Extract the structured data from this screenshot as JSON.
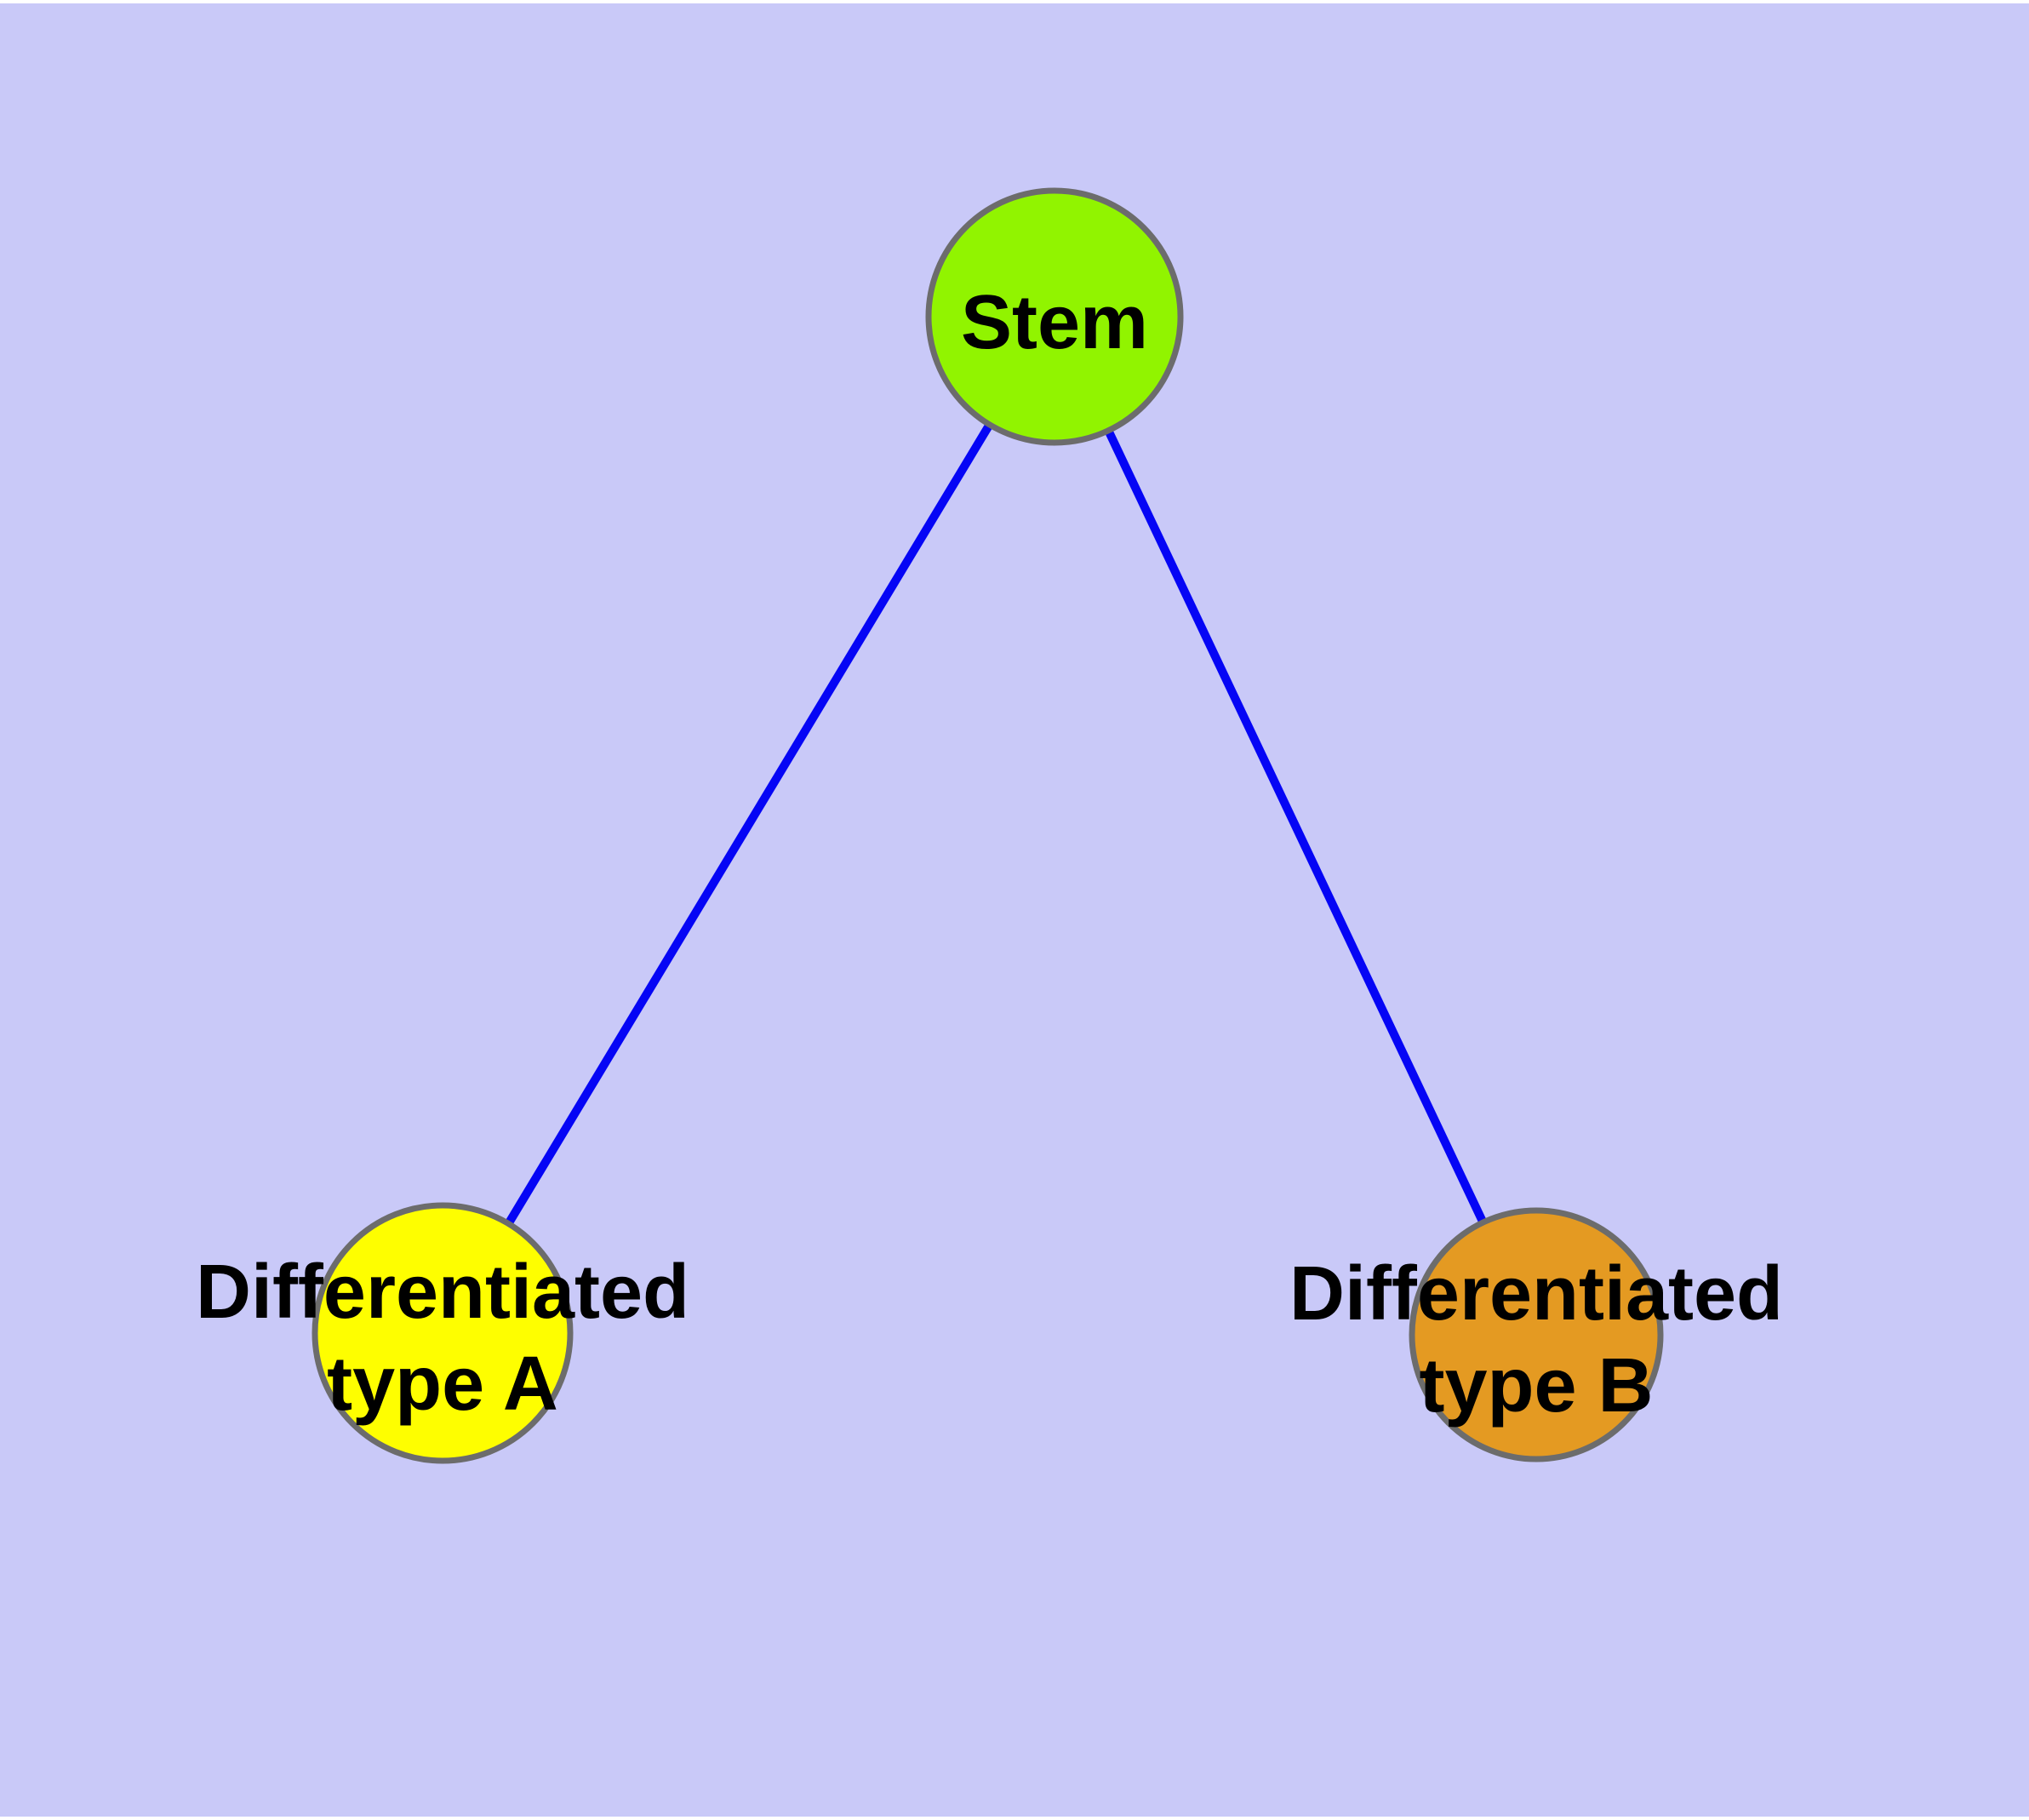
{
  "canvas": {
    "background": "#c9c9f8",
    "margin_color": "#ffffff",
    "text_color": "#000000"
  },
  "nodes": {
    "stem": {
      "label": "Stem",
      "fill": "#91f400",
      "border": "#6c6c6c"
    },
    "type_a": {
      "label": "Differentiated type A",
      "line1": "Differentiated",
      "line2": "type A",
      "fill": "#fefe00",
      "border": "#6c6c6c"
    },
    "type_b": {
      "label": "Differentiated type B",
      "line1": "Differentiated",
      "line2": "type B",
      "fill": "#e49a22",
      "border": "#6c6c6c"
    }
  },
  "edges": {
    "color": "#0505f5",
    "items": [
      {
        "from": "Stem",
        "to": "Differentiated type A"
      },
      {
        "from": "Stem",
        "to": "Differentiated type B"
      }
    ]
  }
}
